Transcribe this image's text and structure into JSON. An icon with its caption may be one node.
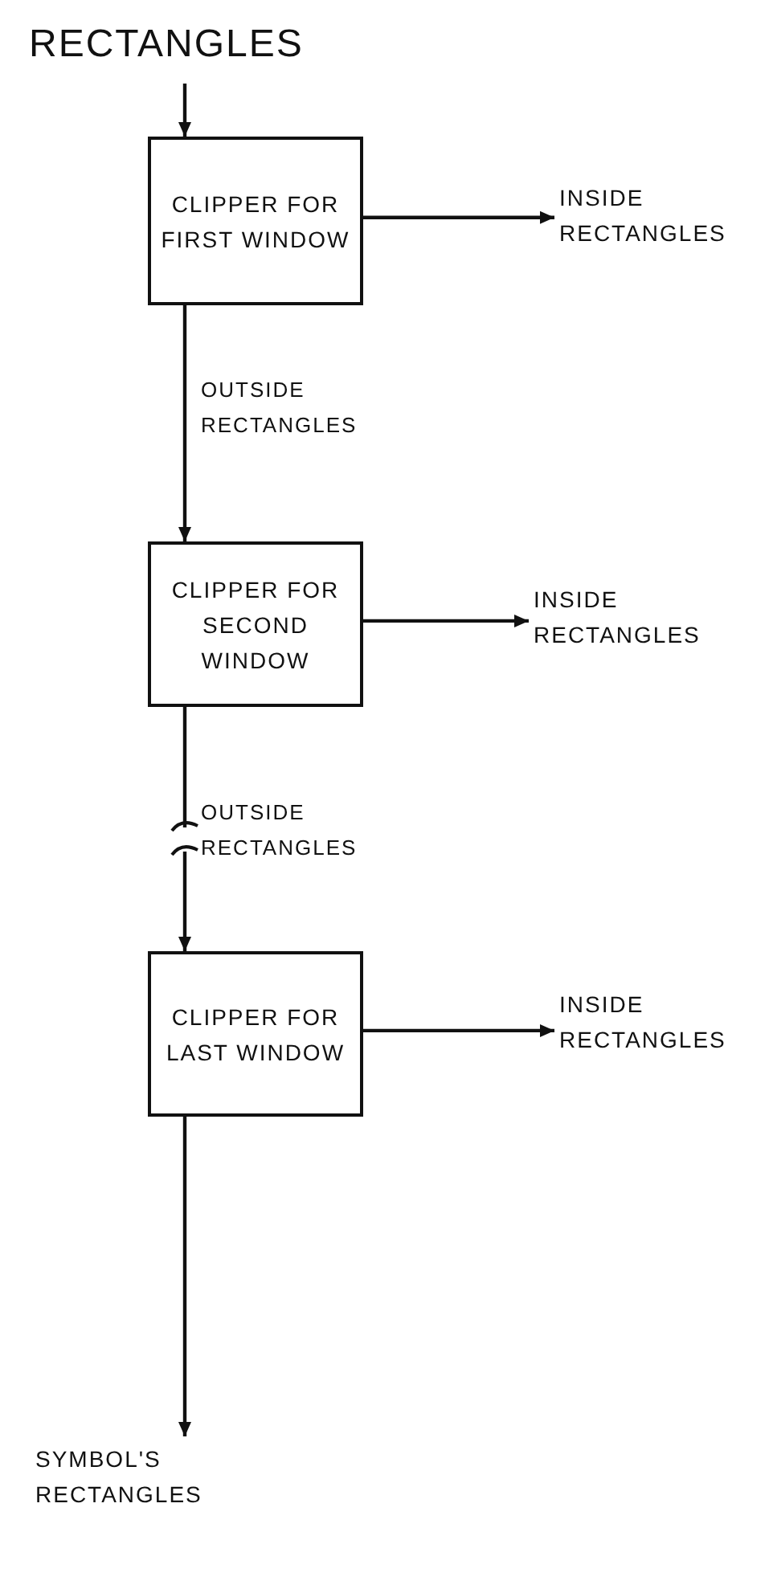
{
  "diagram": {
    "nodes": [
      {
        "text": [
          "RECTANGLES"
        ]
      },
      {
        "text": [
          "CLIPPER FOR FIRST WINDOW"
        ]
      },
      {
        "text": [
          "INSIDE RECTANGLES"
        ]
      },
      {
        "text": [
          "CLIPPER FOR SECOND WINDOW"
        ]
      },
      {
        "text": [
          "INSIDE RECTANGLES"
        ]
      },
      {
        "text": [
          "CLIPPER FOR LAST WINDOW"
        ]
      },
      {
        "text": [
          "INSIDE RECTANGLES"
        ]
      },
      {
        "text": [
          "SYMBOL'S RECTANGLES"
        ]
      }
    ],
    "edges": [
      {
        "from": 0,
        "to": 1,
        "arrow": "to"
      },
      {
        "from": 1,
        "to": 2,
        "arrow": "to"
      },
      {
        "from": 1,
        "to": 3,
        "arrow": "to",
        "label": "OUTSIDE RECTANGLES"
      },
      {
        "from": 3,
        "to": 4,
        "arrow": "to"
      },
      {
        "from": 3,
        "to": 5,
        "arrow": "to",
        "label": "OUTSIDE RECTANGLES"
      },
      {
        "from": 5,
        "to": 6,
        "arrow": "to"
      },
      {
        "from": 5,
        "to": 7,
        "arrow": "to"
      }
    ]
  }
}
